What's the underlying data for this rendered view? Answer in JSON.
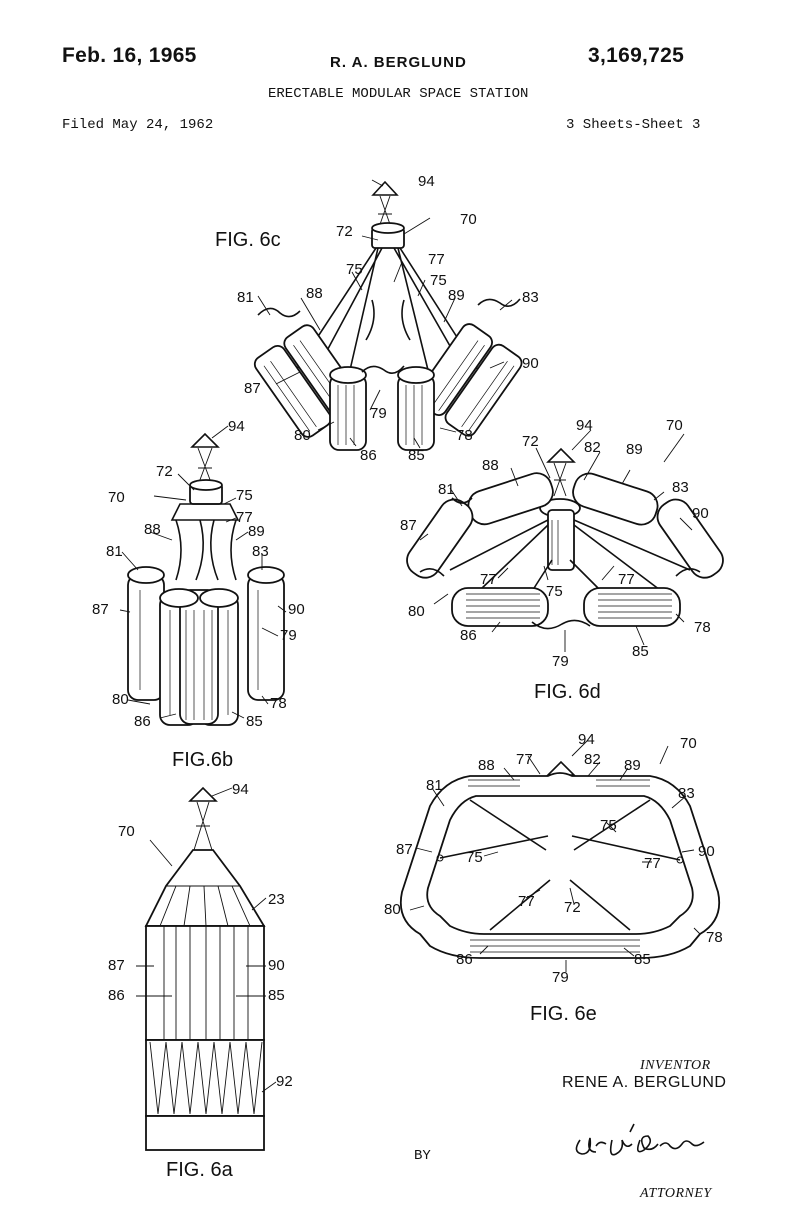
{
  "header": {
    "date": "Feb. 16, 1965",
    "inventor_short": "R. A. BERGLUND",
    "patent_number": "3,169,725",
    "title": "ERECTABLE MODULAR SPACE STATION",
    "filed": "Filed May 24, 1962",
    "sheets": "3 Sheets-Sheet 3"
  },
  "figures": {
    "fig6c": "FIG. 6c",
    "fig6b": "FIG.6b",
    "fig6d": "FIG. 6d",
    "fig6a": "FIG. 6a",
    "fig6e": "FIG. 6e"
  },
  "callouts": {
    "c94": "94",
    "c72": "72",
    "c70": "70",
    "c75": "75",
    "c77": "77",
    "c81": "81",
    "c88": "88",
    "c89": "89",
    "c83": "83",
    "c87": "87",
    "c90": "90",
    "c80": "80",
    "c86": "86",
    "c79": "79",
    "c85": "85",
    "c78": "78",
    "c82": "82",
    "c23": "23",
    "c92": "92"
  },
  "footer": {
    "inventor_label": "INVENTOR",
    "inventor_name": "RENE A. BERGLUND",
    "by": "BY",
    "signature": "A.W. O'Brien",
    "attorney": "ATTORNEY"
  }
}
